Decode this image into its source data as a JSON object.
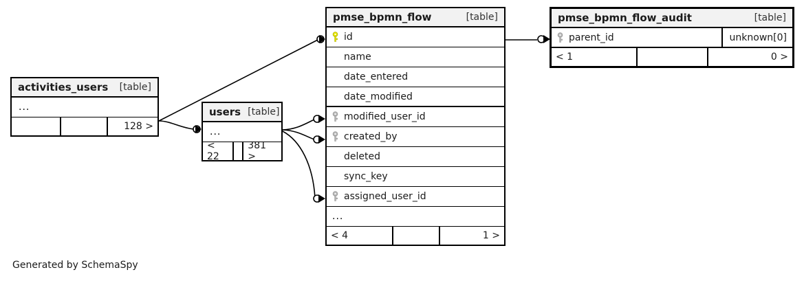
{
  "diagram": {
    "caption": "Generated by SchemaSpy",
    "table_tag": "[table]",
    "ellipsis": "...",
    "colors": {
      "primary_key": "#e8e800",
      "foreign_key": "#b8b8b8",
      "header_bg": "#f2f2f2",
      "border": "#000000",
      "background": "#ffffff"
    }
  },
  "tables": {
    "activities_users": {
      "name": "activities_users",
      "tag": "[table]",
      "rows": [
        {
          "label": "...",
          "key": "none",
          "type": ""
        }
      ],
      "footer": {
        "left": "",
        "mid": "",
        "right": "128 >"
      }
    },
    "users": {
      "name": "users",
      "tag": "[table]",
      "rows": [
        {
          "label": "...",
          "key": "none",
          "type": ""
        }
      ],
      "footer": {
        "left": "< 22",
        "mid": "",
        "right": "381 >"
      }
    },
    "pmse_bpmn_flow": {
      "name": "pmse_bpmn_flow",
      "tag": "[table]",
      "rows": [
        {
          "label": "id",
          "key": "primary",
          "type": ""
        },
        {
          "label": "name",
          "key": "none",
          "type": ""
        },
        {
          "label": "date_entered",
          "key": "none",
          "type": ""
        },
        {
          "label": "date_modified",
          "key": "none",
          "type": ""
        },
        {
          "label": "modified_user_id",
          "key": "foreign",
          "type": ""
        },
        {
          "label": "created_by",
          "key": "foreign",
          "type": ""
        },
        {
          "label": "deleted",
          "key": "none",
          "type": ""
        },
        {
          "label": "sync_key",
          "key": "none",
          "type": ""
        },
        {
          "label": "assigned_user_id",
          "key": "foreign",
          "type": ""
        },
        {
          "label": "...",
          "key": "none",
          "type": ""
        }
      ],
      "footer": {
        "left": "< 4",
        "mid": "",
        "right": "1 >"
      }
    },
    "pmse_bpmn_flow_audit": {
      "name": "pmse_bpmn_flow_audit",
      "tag": "[table]",
      "rows": [
        {
          "label": "parent_id",
          "key": "foreign",
          "type": "unknown[0]"
        }
      ],
      "footer": {
        "left": "< 1",
        "mid": "",
        "right": "0 >"
      }
    }
  },
  "relationships": [
    {
      "from": "activities_users",
      "to": "pmse_bpmn_flow.id"
    },
    {
      "from": "activities_users",
      "to": "users"
    },
    {
      "from": "users",
      "to": "pmse_bpmn_flow.modified_user_id"
    },
    {
      "from": "users",
      "to": "pmse_bpmn_flow.created_by"
    },
    {
      "from": "users",
      "to": "pmse_bpmn_flow.assigned_user_id"
    },
    {
      "from": "pmse_bpmn_flow.id",
      "to": "pmse_bpmn_flow_audit.parent_id"
    }
  ]
}
